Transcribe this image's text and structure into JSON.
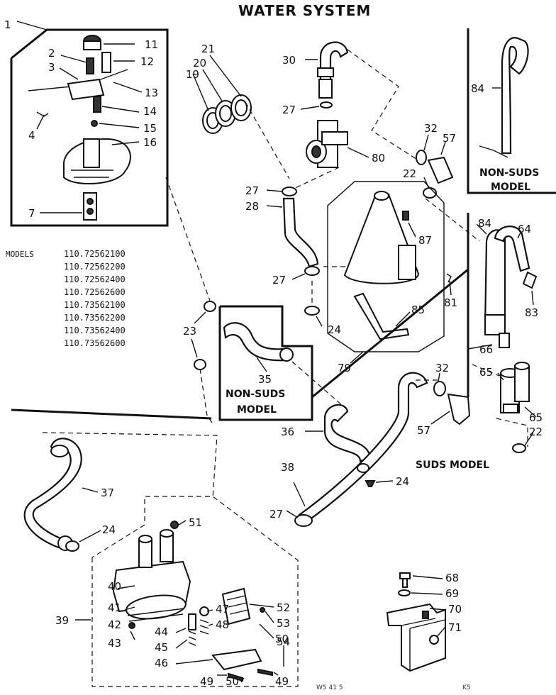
{
  "title": "WATER SYSTEM",
  "models_heading": "MODELS",
  "models": [
    "110.72562100",
    "110.72562200",
    "110.72562400",
    "110.72562600",
    "110.73562100",
    "110.73562200",
    "110.73562400",
    "110.73562600"
  ],
  "captions": {
    "non_suds_top_line1": "NON-SUDS",
    "non_suds_top_line2": "MODEL",
    "non_suds_mid_line1": "NON-SUDS",
    "non_suds_mid_line2": "MODEL",
    "suds_model": "SUDS MODEL"
  },
  "part_numbers": {
    "p1": "1",
    "p2": "2",
    "p3": "3",
    "p4": "4",
    "p7": "7",
    "p11": "11",
    "p12": "12",
    "p13": "13",
    "p14": "14",
    "p15": "15",
    "p16": "16",
    "p19": "19",
    "p20": "20",
    "p21": "21",
    "p22a": "22",
    "p22b": "22",
    "p23": "23",
    "p24a": "24",
    "p24b": "24",
    "p24c": "24",
    "p27a": "27",
    "p27b": "27",
    "p27c": "27",
    "p27d": "27",
    "p28": "28",
    "p30": "30",
    "p32a": "32",
    "p32b": "32",
    "p35": "35",
    "p36": "36",
    "p37": "37",
    "p38": "38",
    "p39": "39",
    "p40": "40",
    "p41": "41",
    "p42": "42",
    "p43": "43",
    "p44": "44",
    "p45": "45",
    "p46": "46",
    "p47": "47",
    "p48": "48",
    "p49a": "49",
    "p49b": "49",
    "p50a": "50",
    "p50b": "50",
    "p51": "51",
    "p52": "52",
    "p53": "53",
    "p54": "54",
    "p57a": "57",
    "p57b": "57",
    "p64": "64",
    "p65a": "65",
    "p65b": "65",
    "p66": "66",
    "p68": "68",
    "p69": "69",
    "p70": "70",
    "p71": "71",
    "p79": "79",
    "p80": "80",
    "p81": "81",
    "p83": "83",
    "p84a": "84",
    "p84b": "84",
    "p85": "85",
    "p87": "87"
  },
  "footer": {
    "left": "W5 41 5",
    "right": "K5"
  }
}
